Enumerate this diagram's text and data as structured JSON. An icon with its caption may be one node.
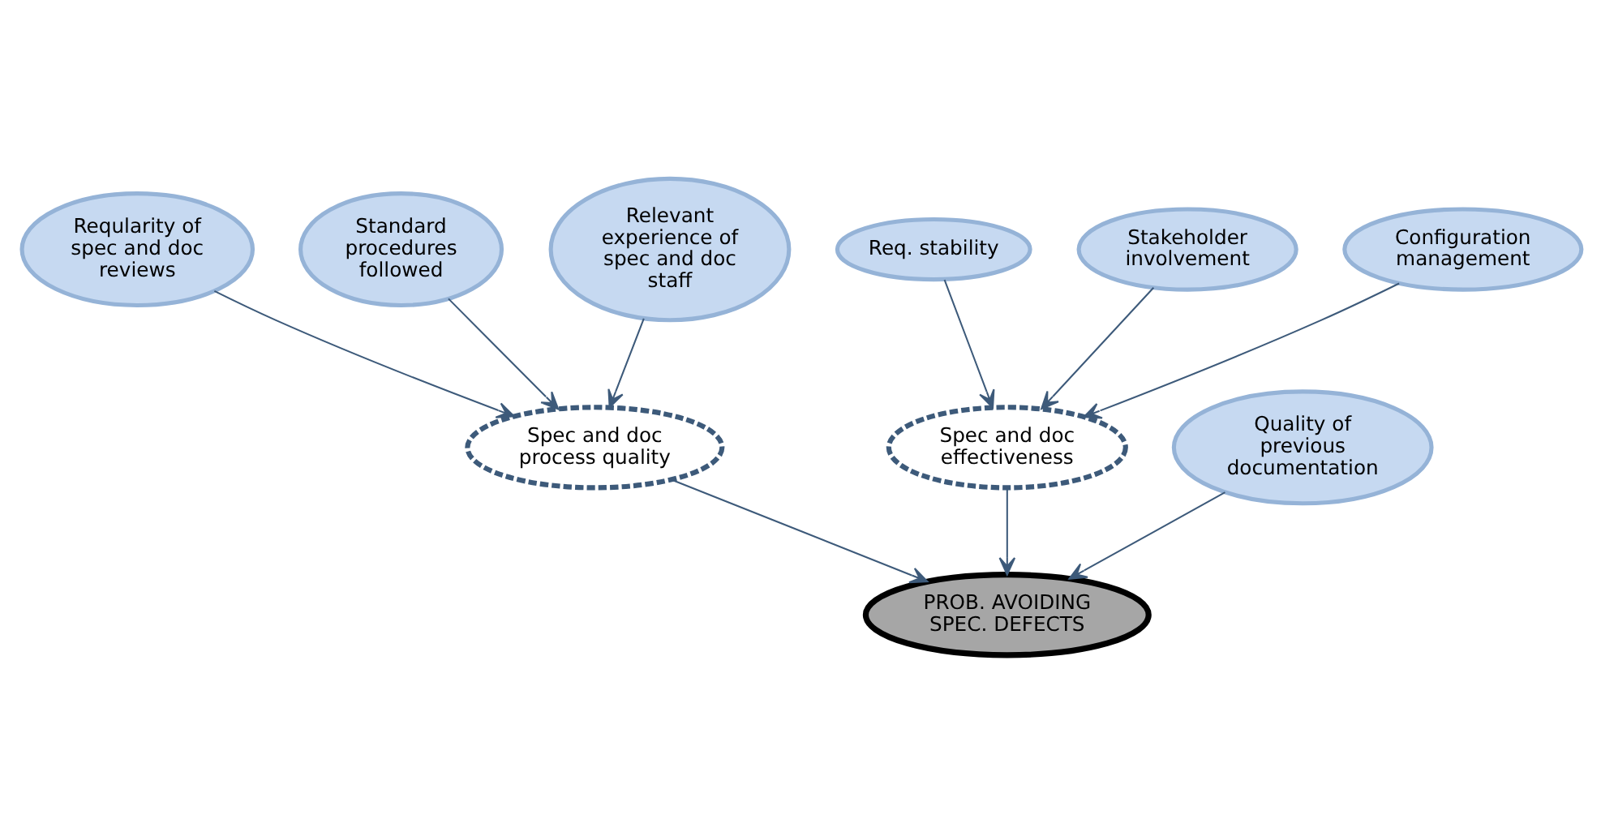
{
  "diagram": {
    "nodes": [
      {
        "text": [
          "Reqularity of spec and doc reviews"
        ]
      },
      {
        "text": [
          "Standard procedures followed"
        ]
      },
      {
        "text": [
          "Relevant experience of spec and doc staff"
        ]
      },
      {
        "text": [
          "Spec and doc process quality"
        ]
      },
      {
        "text": [
          "Req. stability"
        ]
      },
      {
        "text": [
          "Stakeholder involvement"
        ]
      },
      {
        "text": [
          "Configuration management"
        ]
      },
      {
        "text": [
          "Spec and doc effectiveness"
        ]
      },
      {
        "text": [
          "Quality of previous documentation"
        ]
      },
      {
        "text": [
          "PROB. AVOIDING SPEC. DEFECTS"
        ]
      }
    ],
    "edges": [
      {
        "from": 0,
        "to": 3,
        "arrow": "to"
      },
      {
        "from": 1,
        "to": 3,
        "arrow": "to"
      },
      {
        "from": 2,
        "to": 3,
        "arrow": "to"
      },
      {
        "from": 4,
        "to": 7,
        "arrow": "to"
      },
      {
        "from": 5,
        "to": 7,
        "arrow": "to"
      },
      {
        "from": 6,
        "to": 7,
        "arrow": "to"
      },
      {
        "from": 3,
        "to": 9,
        "arrow": "to"
      },
      {
        "from": 7,
        "to": 9,
        "arrow": "to"
      },
      {
        "from": 8,
        "to": 9,
        "arrow": "to"
      }
    ]
  }
}
